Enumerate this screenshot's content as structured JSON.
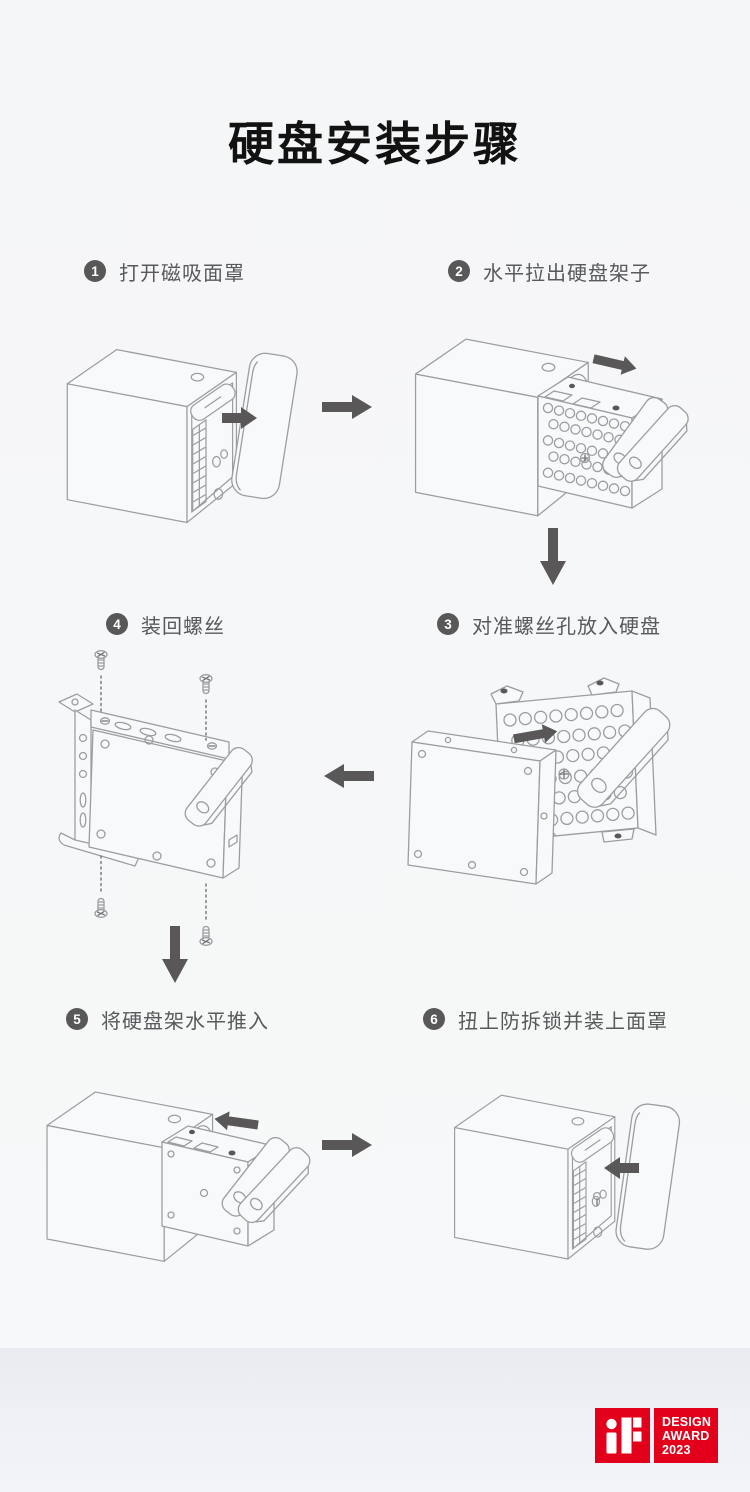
{
  "page": {
    "title": "硬盘安装步骤"
  },
  "steps": [
    {
      "num": "1",
      "label": "打开磁吸面罩"
    },
    {
      "num": "2",
      "label": "水平拉出硬盘架子"
    },
    {
      "num": "3",
      "label": "对准螺丝孔放入硬盘"
    },
    {
      "num": "4",
      "label": "装回螺丝"
    },
    {
      "num": "5",
      "label": "将硬盘架水平推入"
    },
    {
      "num": "6",
      "label": "扭上防拆锁并装上面罩"
    }
  ],
  "flow_icons": {
    "between_1_2": "arrow-right",
    "after_2": "arrow-down",
    "between_3_4": "arrow-left",
    "after_4": "arrow-down",
    "between_5_6": "arrow-right"
  },
  "award": {
    "logo_text": "iF",
    "lines": [
      "DESIGN",
      "AWARD",
      "2023"
    ],
    "color": "#E2001A"
  },
  "colors": {
    "illustration_line": "#9b9ea1",
    "flow_arrow": "#595757",
    "label_text": "#58595b",
    "badge_bg": "#595859"
  }
}
